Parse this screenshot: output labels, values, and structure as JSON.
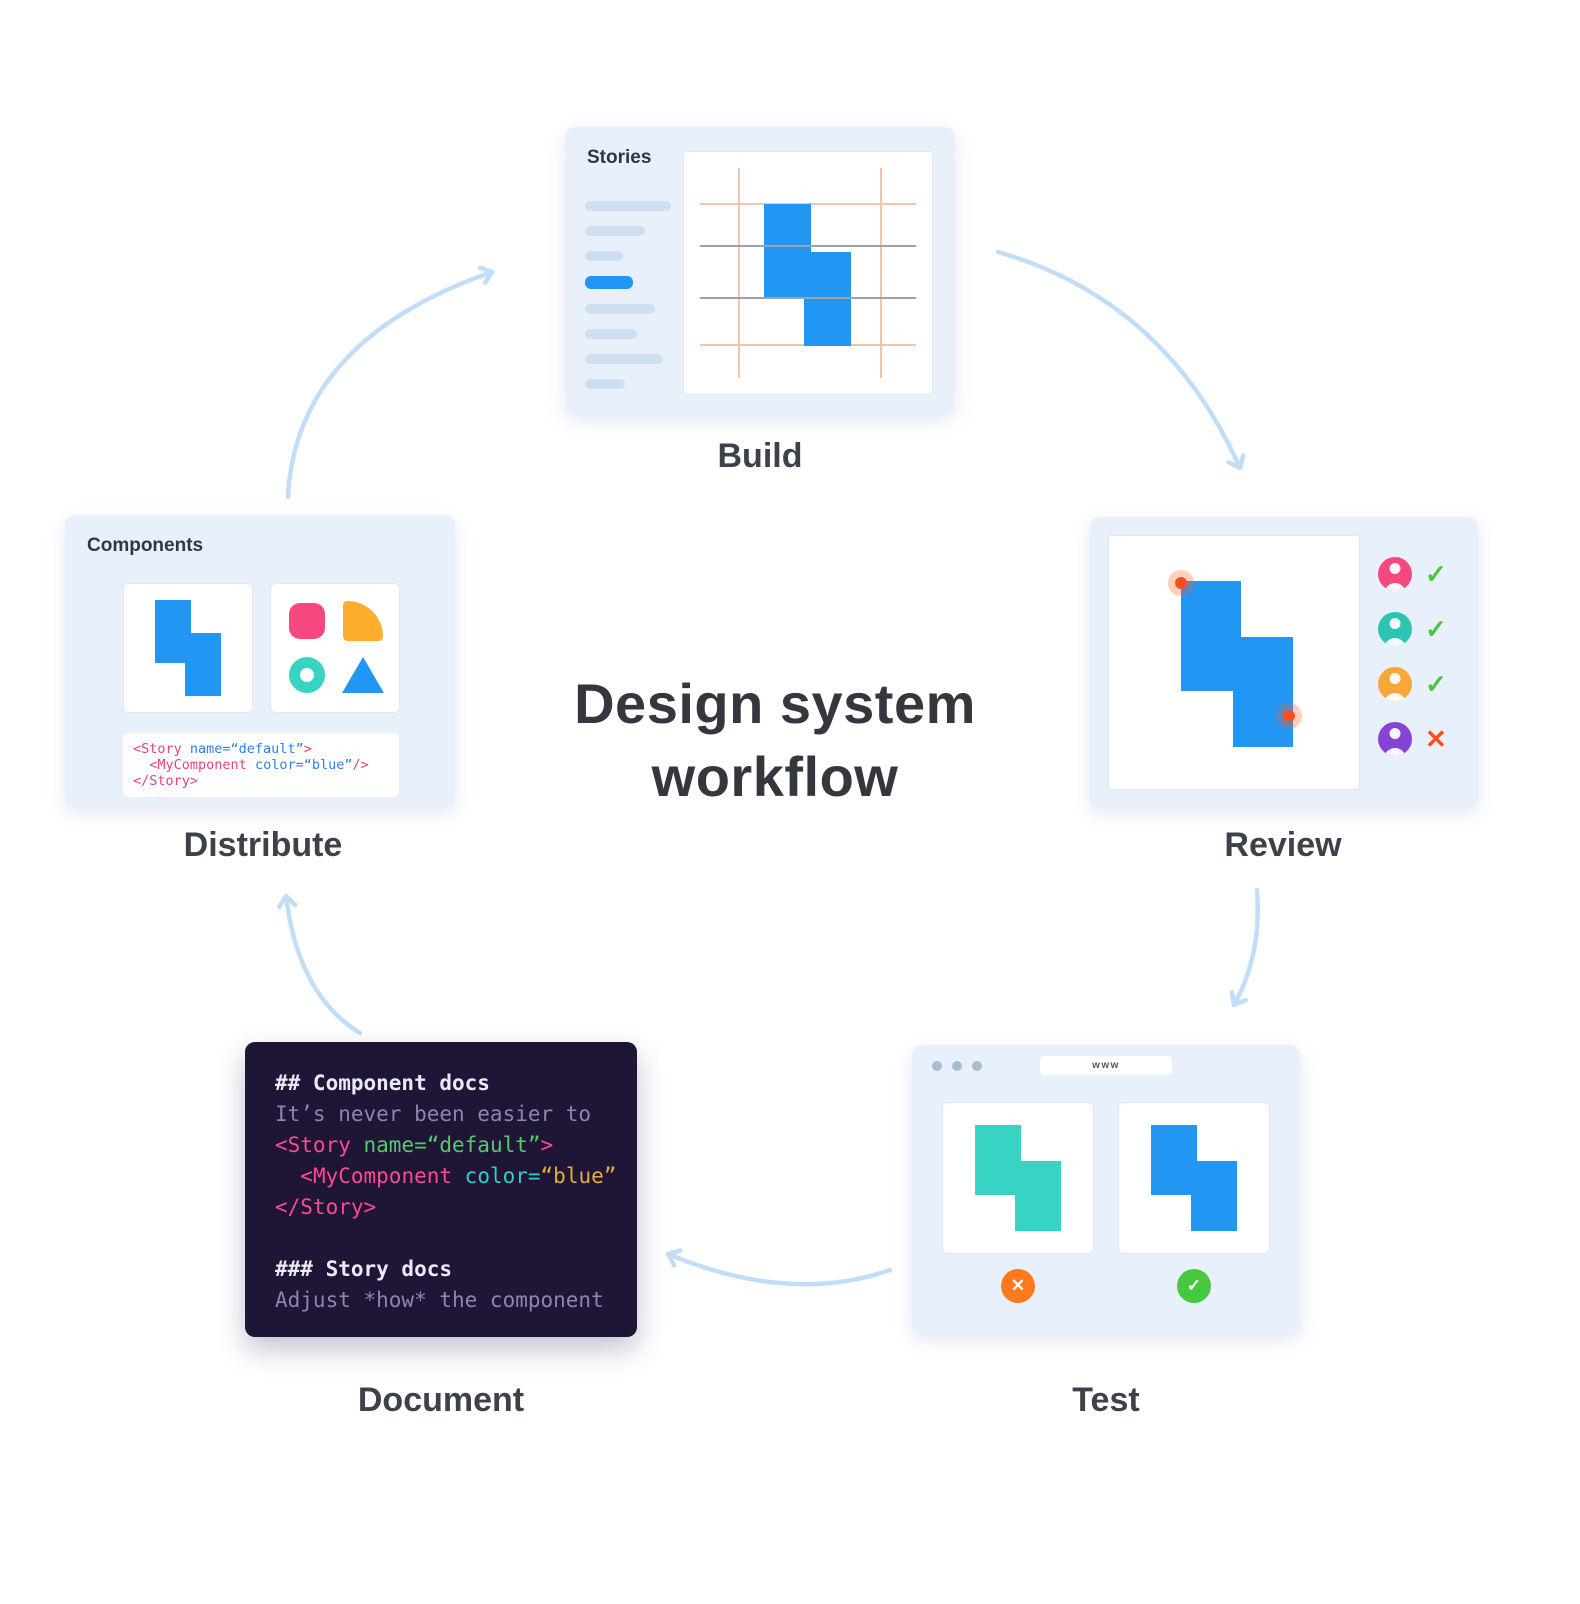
{
  "title": {
    "line1": "Design system",
    "line2": "workflow"
  },
  "colors": {
    "blue": "#2196f3",
    "teal": "#38d4c3",
    "pink": "#f5487f",
    "yellow": "#fcae2c",
    "purple": "#8543d8",
    "green": "#4bc440",
    "orange": "#ff7a1c",
    "red_orange": "#ff4e1d",
    "card_bg": "#e8f1fb",
    "dark_code_bg": "#1e1537",
    "salmon_grid": "#f2c3ad",
    "grid_gray": "#9aa2ac",
    "arrow": "#c2def6",
    "tok_heading": "#ece9f4",
    "tok_muted": "#8d86a8",
    "tok_pink": "#ff4a8d",
    "tok_green": "#56c968",
    "tok_teal": "#2fd1bb",
    "tok_yellow": "#e2ae3d",
    "tok_blue": "#2d7ff0",
    "tok_red": "#e8437a"
  },
  "flow_arrows": [
    {
      "from": "Distribute",
      "to": "Build"
    },
    {
      "from": "Build",
      "to": "Review"
    },
    {
      "from": "Review",
      "to": "Test"
    },
    {
      "from": "Test",
      "to": "Document"
    },
    {
      "from": "Document",
      "to": "Distribute"
    }
  ],
  "stages": {
    "build": {
      "label": "Build",
      "sidebar_title": "Stories",
      "skeleton_bars": [
        {
          "width": 86,
          "accent": false
        },
        {
          "width": 60,
          "accent": false
        },
        {
          "width": 38,
          "accent": false
        },
        {
          "width": 48,
          "accent": true
        },
        {
          "width": 70,
          "accent": false
        },
        {
          "width": 52,
          "accent": false
        },
        {
          "width": 78,
          "accent": false
        },
        {
          "width": 40,
          "accent": false
        }
      ]
    },
    "review": {
      "label": "Review",
      "approvals": [
        {
          "avatar_color": "#f5487f",
          "status": "approved",
          "icon": "✓"
        },
        {
          "avatar_color": "#2cc5b2",
          "status": "approved",
          "icon": "✓"
        },
        {
          "avatar_color": "#f9a63a",
          "status": "approved",
          "icon": "✓"
        },
        {
          "avatar_color": "#8543d8",
          "status": "rejected",
          "icon": "✕"
        }
      ]
    },
    "test": {
      "label": "Test",
      "address": "www",
      "cases": [
        {
          "shape_color": "#38d4c3",
          "result": "fail",
          "icon": "✕",
          "icon_bg": "#ff7a1c"
        },
        {
          "shape_color": "#2196f3",
          "result": "pass",
          "icon": "✓",
          "icon_bg": "#46c93e"
        }
      ]
    },
    "document": {
      "label": "Document",
      "code_lines": [
        [
          {
            "t": "## Component docs",
            "c": "heading"
          }
        ],
        [
          {
            "t": "It’s never been easier to",
            "c": "muted"
          }
        ],
        [
          {
            "t": "<Story ",
            "c": "pink"
          },
          {
            "t": "name=“default”",
            "c": "green"
          },
          {
            "t": ">",
            "c": "pink"
          }
        ],
        [
          {
            "t": "  ",
            "c": "muted"
          },
          {
            "t": "<MyComponent ",
            "c": "pink"
          },
          {
            "t": "color=",
            "c": "teal"
          },
          {
            "t": "“blue”",
            "c": "yellow"
          }
        ],
        [
          {
            "t": "</Story>",
            "c": "pink"
          }
        ],
        [
          {
            "t": "",
            "c": "muted"
          }
        ],
        [
          {
            "t": "### Story docs",
            "c": "heading"
          }
        ],
        [
          {
            "t": "Adjust *how* the component",
            "c": "muted"
          }
        ]
      ]
    },
    "distribute": {
      "label": "Distribute",
      "panel_title": "Components",
      "code_lines": [
        [
          {
            "t": "<Story ",
            "c": "red"
          },
          {
            "t": "name=“default”",
            "c": "blue"
          },
          {
            "t": ">",
            "c": "red"
          }
        ],
        [
          {
            "t": "  ",
            "c": "red"
          },
          {
            "t": "<MyComponent ",
            "c": "red"
          },
          {
            "t": "color=“blue”",
            "c": "blue"
          },
          {
            "t": "/>",
            "c": "red"
          }
        ],
        [
          {
            "t": "</Story>",
            "c": "red"
          }
        ]
      ]
    }
  }
}
